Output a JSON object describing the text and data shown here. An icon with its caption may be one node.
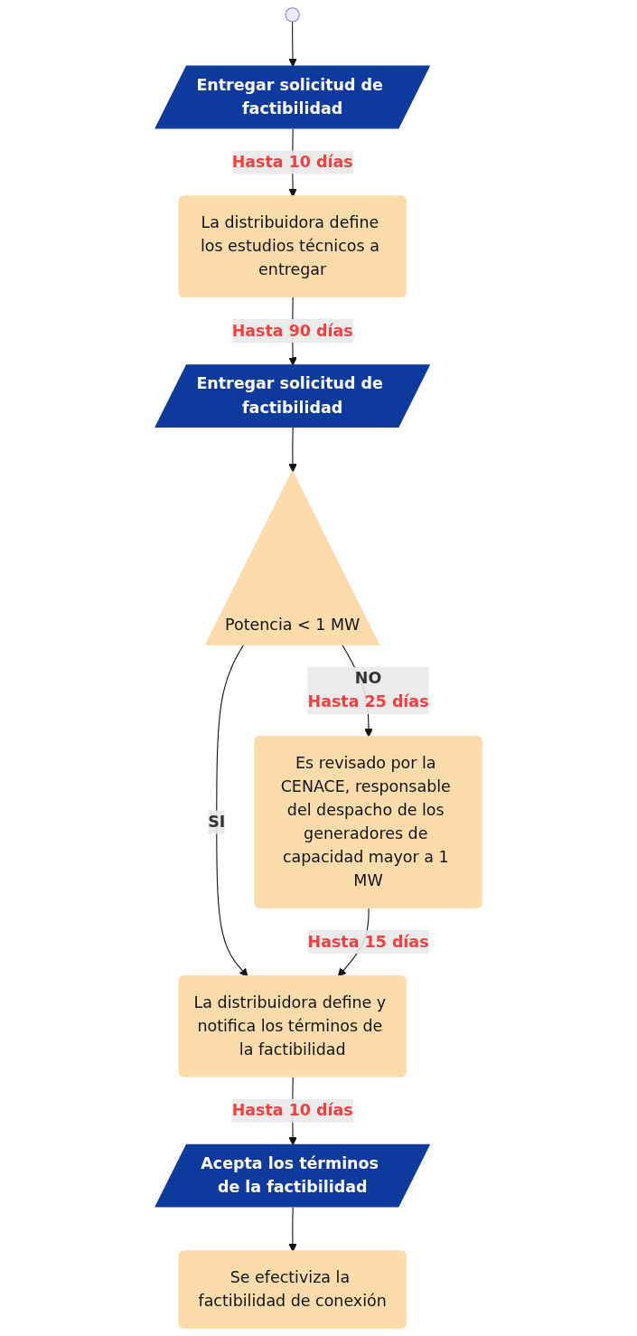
{
  "diagram": {
    "nodes": [
      {
        "text": [
          "Entregar solicitud de factibilidad"
        ]
      },
      {
        "text": [
          "La distribuidora define los estudios técnicos a entregar"
        ],
        "beside": [
          "Hasta 10 días"
        ]
      },
      {
        "text": [
          "Entregar solicitud de factibilidad"
        ],
        "beside": [
          "Hasta 90 días"
        ]
      },
      {
        "text": [
          "Potencia < 1 MW"
        ]
      },
      {
        "text": [
          "Es revisado por la CENACE, responsable del despacho de los generadores de capacidad mayor a 1 MW"
        ],
        "beside": [
          "Hasta 25 días"
        ]
      },
      {
        "text": [
          "La distribuidora define y notifica los términos de la factibilidad"
        ],
        "beside": [
          "Hasta 15 días"
        ]
      },
      {
        "text": [
          "Acepta los términos de la factibilidad"
        ],
        "beside": [
          "Hasta 10 días"
        ]
      },
      {
        "text": [
          "Se efectiviza la factibilidad de conexión"
        ]
      }
    ],
    "edges": [
      {
        "from": null,
        "to": 0,
        "arrow": "to"
      },
      {
        "from": 0,
        "to": 1,
        "arrow": "to"
      },
      {
        "from": 1,
        "to": 2,
        "arrow": "to"
      },
      {
        "from": 2,
        "to": 3,
        "arrow": "to"
      },
      {
        "from": 3,
        "to": 4,
        "arrow": "to",
        "label": "NO"
      },
      {
        "from": 3,
        "to": 5,
        "arrow": "to",
        "label": "SI"
      },
      {
        "from": 4,
        "to": 5,
        "arrow": "to"
      },
      {
        "from": 5,
        "to": 6,
        "arrow": "to"
      },
      {
        "from": 6,
        "to": 7,
        "arrow": "to"
      }
    ]
  }
}
